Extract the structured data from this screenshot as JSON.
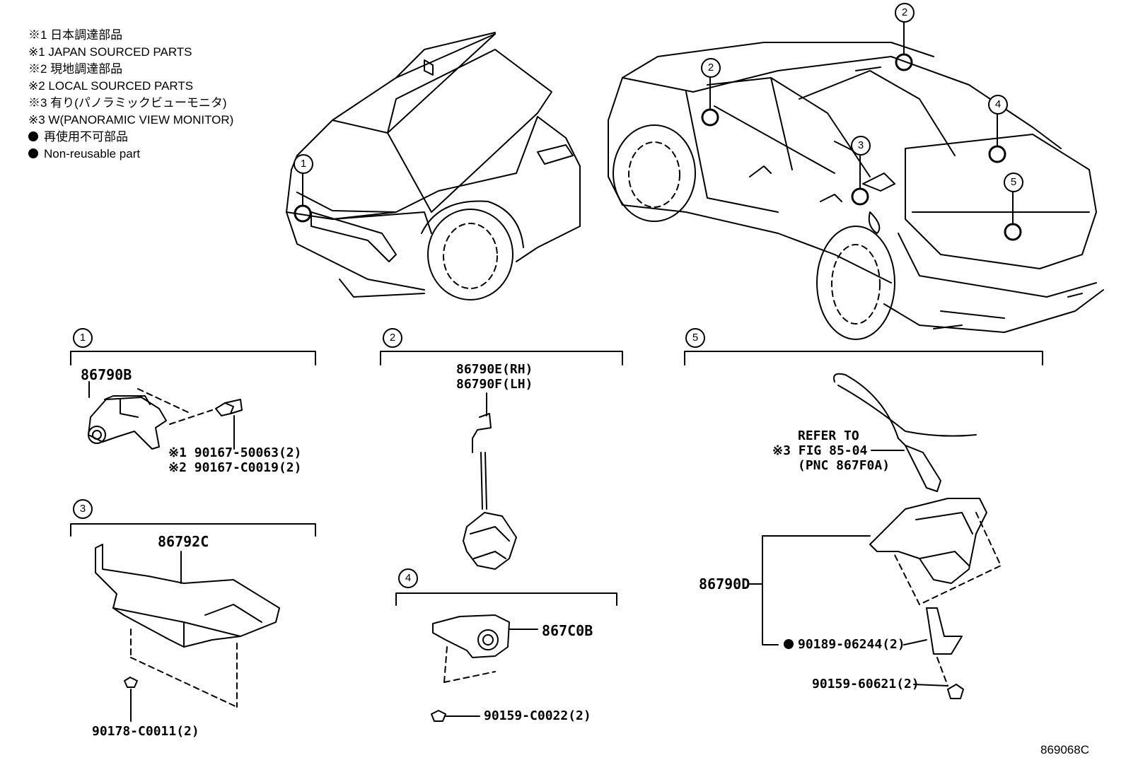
{
  "legend": {
    "l1": "※1 日本調達部品",
    "l2": "※1 JAPAN SOURCED PARTS",
    "l3": "※2 現地調達部品",
    "l4": "※2 LOCAL SOURCED PARTS",
    "l5": "※3 有り(パノラミックビューモニタ)",
    "l6": "※3 W(PANORAMIC VIEW MONITOR)",
    "l7": "再使用不可部品",
    "l8": "Non-reusable part"
  },
  "markers": {
    "front": "1",
    "side_left": "2",
    "roof": "2",
    "interior": "3",
    "rear_upper": "4",
    "rear_lower": "5"
  },
  "sections": {
    "s1": {
      "num": "1",
      "part": "86790B",
      "fast1": "※1 90167-50063(2)",
      "fast2": "※2 90167-C0019(2)"
    },
    "s2": {
      "num": "2",
      "part_rh": "86790E(RH)",
      "part_lh": "86790F(LH)"
    },
    "s3": {
      "num": "3",
      "part": "86792C",
      "fast": "90178-C0011(2)"
    },
    "s4": {
      "num": "4",
      "part": "867C0B",
      "fast": "90159-C0022(2)"
    },
    "s5": {
      "num": "5",
      "ref1": "REFER TO",
      "ref2": "※3 FIG 85-04",
      "ref3": "(PNC 867F0A)",
      "part": "86790D",
      "fast1": "90189-06244(2)",
      "fast2": "90159-60621(2)"
    }
  },
  "figure_id": "869068C"
}
